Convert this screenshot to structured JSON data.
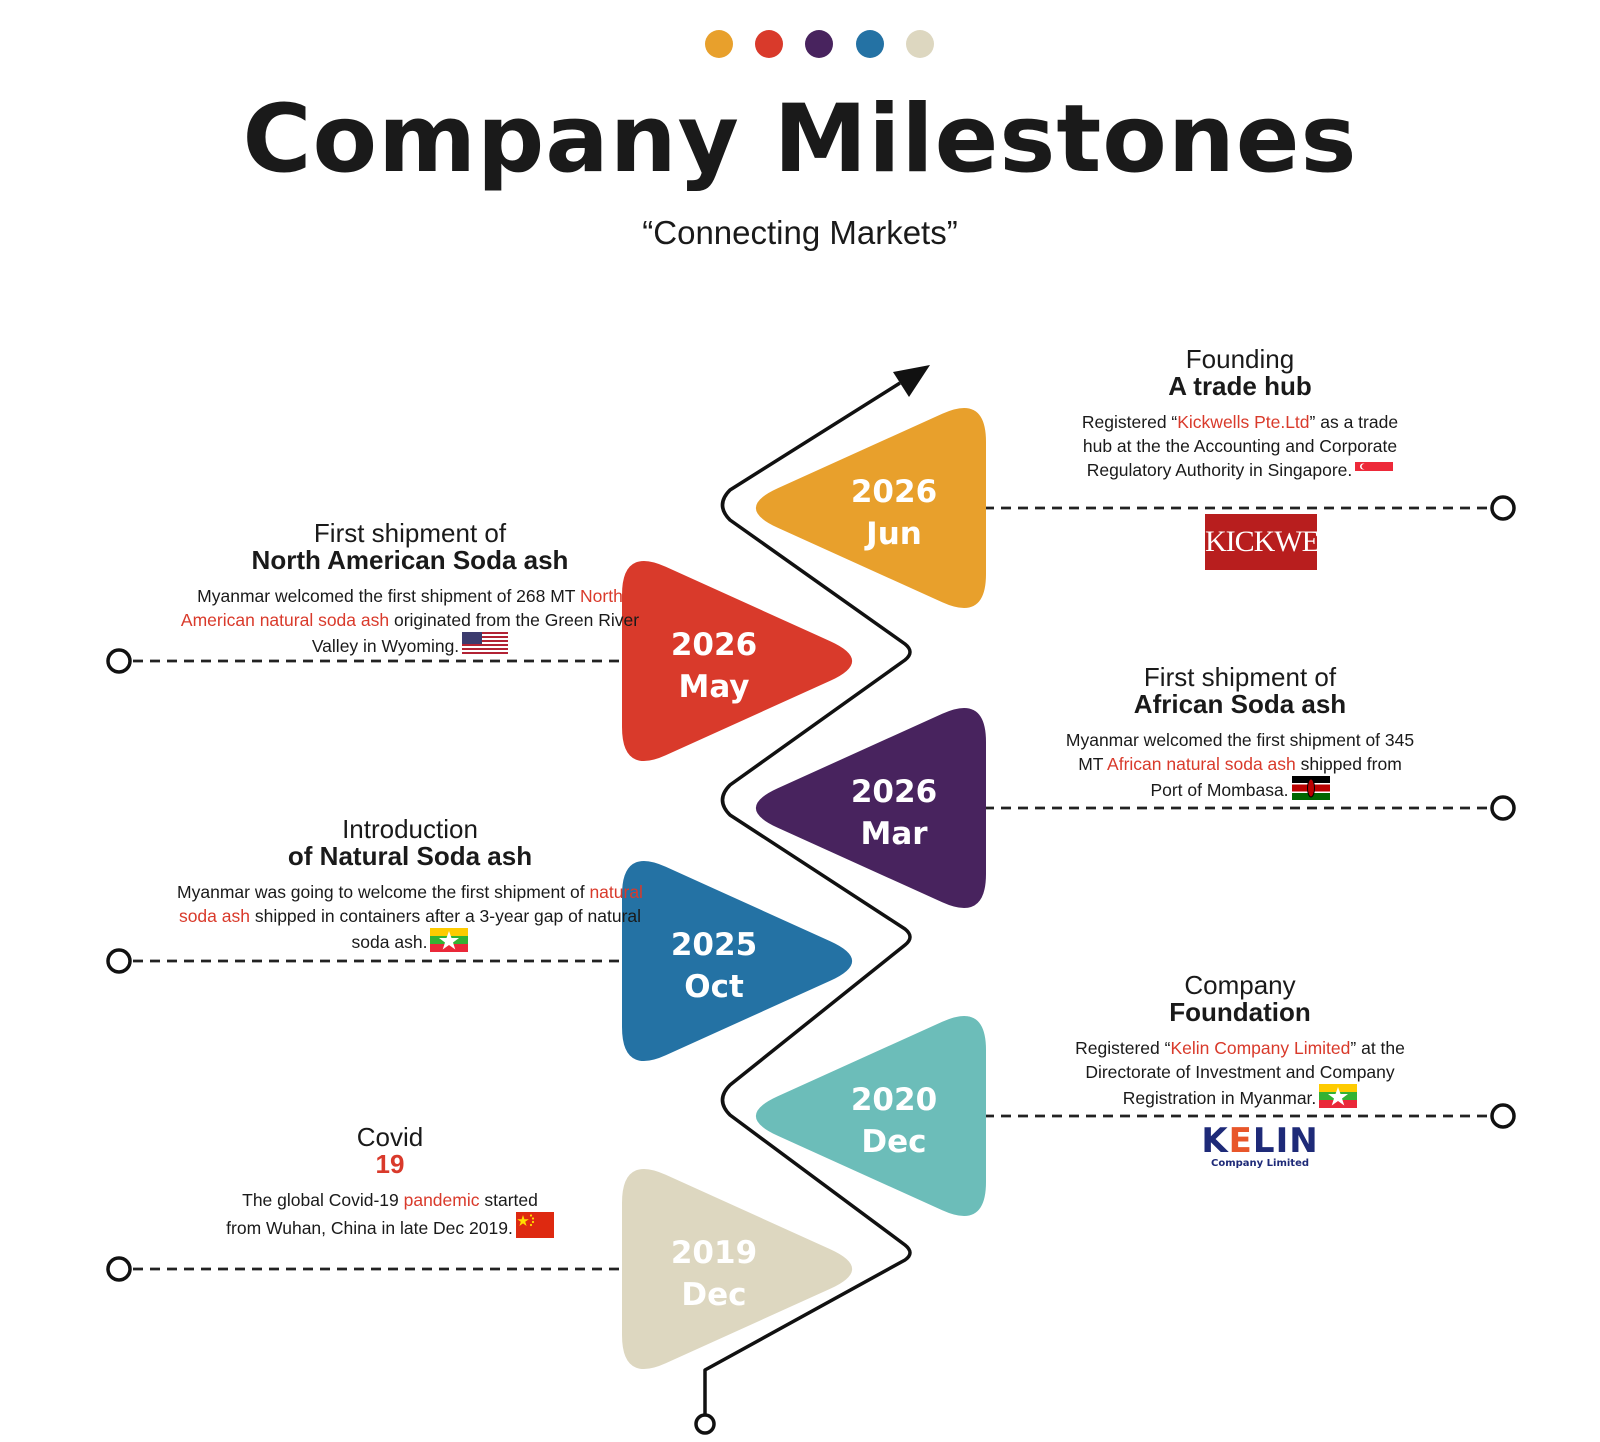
{
  "header": {
    "dots": [
      "#e8a02c",
      "#d93a2b",
      "#48235e",
      "#2472a4",
      "#ddd7c0"
    ],
    "title": "Company Milestones",
    "subtitle": "“Connecting Markets”"
  },
  "milestones": [
    {
      "year": "2026",
      "month": "Jun",
      "color": "#e8a02c",
      "side": "right",
      "heading1": "Founding",
      "heading2": "A trade hub",
      "desc_pre": "Registered “",
      "desc_hl": "Kickwells Pte.Ltd",
      "desc_post": "” as a trade hub at the the Accounting and Corporate Regulatory Authority in Singapore.",
      "flag": "singapore-flag-icon",
      "logo": "KICKWELLS"
    },
    {
      "year": "2026",
      "month": "May",
      "color": "#d93a2b",
      "side": "left",
      "heading1": "First shipment of",
      "heading2": "North American Soda ash",
      "desc_pre": "Myanmar welcomed the first shipment of 268 MT ",
      "desc_hl": "North American natural soda ash",
      "desc_post": " originated from the Green River Valley in Wyoming.",
      "flag": "usa-flag-icon"
    },
    {
      "year": "2026",
      "month": "Mar",
      "color": "#48235e",
      "side": "right",
      "heading1": "First shipment of",
      "heading2": "African Soda ash",
      "desc_pre": "Myanmar welcomed the first shipment of 345 MT ",
      "desc_hl": "African natural soda ash",
      "desc_post": " shipped from Port of Mombasa.",
      "flag": "kenya-flag-icon"
    },
    {
      "year": "2025",
      "month": "Oct",
      "color": "#2472a4",
      "side": "left",
      "heading1": "Introduction",
      "heading2": "of Natural Soda ash",
      "desc_pre": "Myanmar was going to welcome the first shipment of ",
      "desc_hl": "natural soda ash",
      "desc_post": " shipped in containers after a 3-year gap of natural soda ash.",
      "flag": "myanmar-flag-icon"
    },
    {
      "year": "2020",
      "month": "Dec",
      "color": "#6cbdb9",
      "side": "right",
      "heading1": "Company",
      "heading2": "Foundation",
      "desc_pre": "Registered “",
      "desc_hl": "Kelin Company Limited",
      "desc_post": "” at the Directorate of Investment and Company Registration in Myanmar.",
      "flag": "myanmar-flag-icon",
      "logo": "KELIN",
      "logo_sub": "Company Limited"
    },
    {
      "year": "2019",
      "month": "Dec",
      "color": "#ddd7c0",
      "side": "left",
      "heading1": "Covid",
      "heading2": "19",
      "desc_pre": "The global Covid-19 ",
      "desc_hl": "pandemic",
      "desc_post": " started from Wuhan, China in late Dec 2019.",
      "flag": "china-flag-icon"
    }
  ]
}
